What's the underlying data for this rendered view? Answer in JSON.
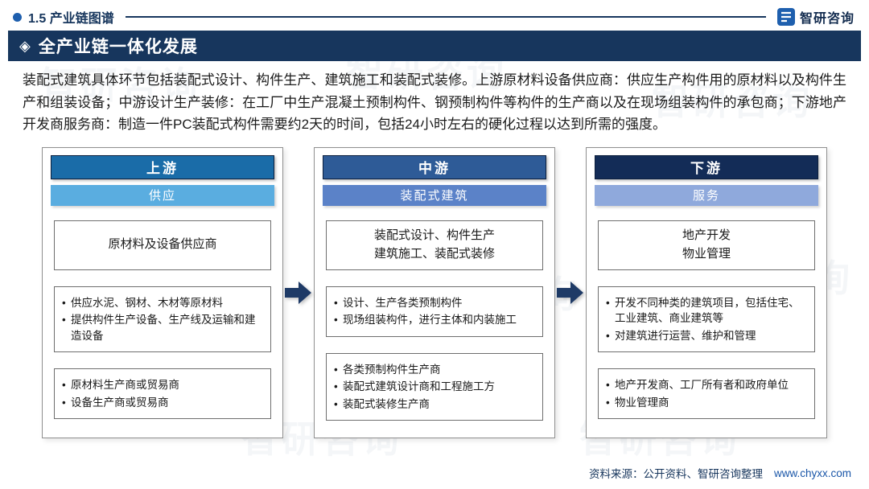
{
  "page": {
    "section_label": "1.5 产业链图谱",
    "brand_name": "智研咨询",
    "title": "全产业链一体化发展",
    "title_marker": "◈",
    "intro": "装配式建筑具体环节包括装配式设计、构件生产、建筑施工和装配式装修。上游原材料设备供应商：供应生产构件用的原材料以及构件生产和组装设备；中游设计生产装修：在工厂中生产混凝土预制构件、钢预制构件等构件的生产商以及在现场组装构件的承包商；下游地产开发商服务商：制造一件PC装配式构件需要约2天的时间，包括24小时左右的硬化过程以达到所需的强度。"
  },
  "colors": {
    "title_bar": "#17365d",
    "upstream_header": "#1a6ca8",
    "upstream_sub": "#5aade0",
    "midstream_header": "#2e5b97",
    "midstream_sub": "#5b82c8",
    "downstream_header": "#132c57",
    "downstream_sub": "#8fa9dc",
    "arrow": "#1e3a66",
    "brand_blue": "#1e5fae",
    "link_blue": "#1a56a8"
  },
  "columns": [
    {
      "stage": "上游",
      "category": "供应",
      "role_lines": [
        "原材料及设备供应商"
      ],
      "functions": [
        "供应水泥、钢材、木材等原材料",
        "提供构件生产设备、生产线及运输和建造设备"
      ],
      "players": [
        "原材料生产商或贸易商",
        "设备生产商或贸易商"
      ]
    },
    {
      "stage": "中游",
      "category": "装配式建筑",
      "role_lines": [
        "装配式设计、构件生产",
        "建筑施工、装配式装修"
      ],
      "functions": [
        "设计、生产各类预制构件",
        "现场组装构件，进行主体和内装施工"
      ],
      "players": [
        "各类预制构件生产商",
        "装配式建筑设计商和工程施工方",
        "装配式装修生产商"
      ]
    },
    {
      "stage": "下游",
      "category": "服务",
      "role_lines": [
        "地产开发",
        "物业管理"
      ],
      "functions": [
        "开发不同种类的建筑项目，包括住宅、工业建筑、商业建筑等",
        "对建筑进行运营、维护和管理"
      ],
      "players": [
        "地产开发商、工厂所有者和政府单位",
        "物业管理商"
      ]
    }
  ],
  "footer": {
    "source": "资料来源：公开资料、智研咨询整理",
    "website": "www.chyxx.com"
  }
}
